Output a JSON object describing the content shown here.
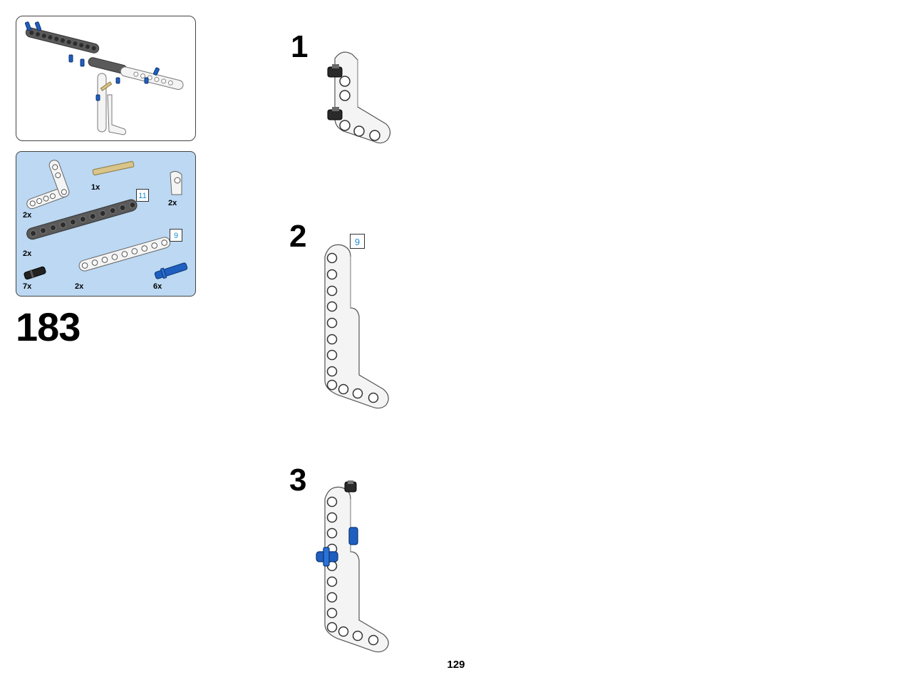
{
  "step_number": "183",
  "page_number": "129",
  "parts_list": {
    "items": [
      {
        "part": "l-beam-white",
        "qty": "2x"
      },
      {
        "part": "axle-tan",
        "qty": "1x"
      },
      {
        "part": "connector-white",
        "qty": "2x"
      },
      {
        "part": "beam-dark-grey-11",
        "qty": "2x",
        "length": "11"
      },
      {
        "part": "beam-white-9",
        "qty": "2x",
        "length": "9"
      },
      {
        "part": "pin-black",
        "qty": "7x"
      },
      {
        "part": "pin-blue",
        "qty": "6x"
      }
    ]
  },
  "sub_steps": [
    {
      "number": "1"
    },
    {
      "number": "2",
      "length_callout": "9"
    },
    {
      "number": "3"
    }
  ],
  "colors": {
    "parts_bg": "#bcd8f2",
    "dark_grey": "#5a5a5a",
    "white_part": "#f4f4f4",
    "blue_pin": "#1f5fbf",
    "tan_axle": "#d9c48a",
    "callout_text": "#1a8fd1"
  }
}
